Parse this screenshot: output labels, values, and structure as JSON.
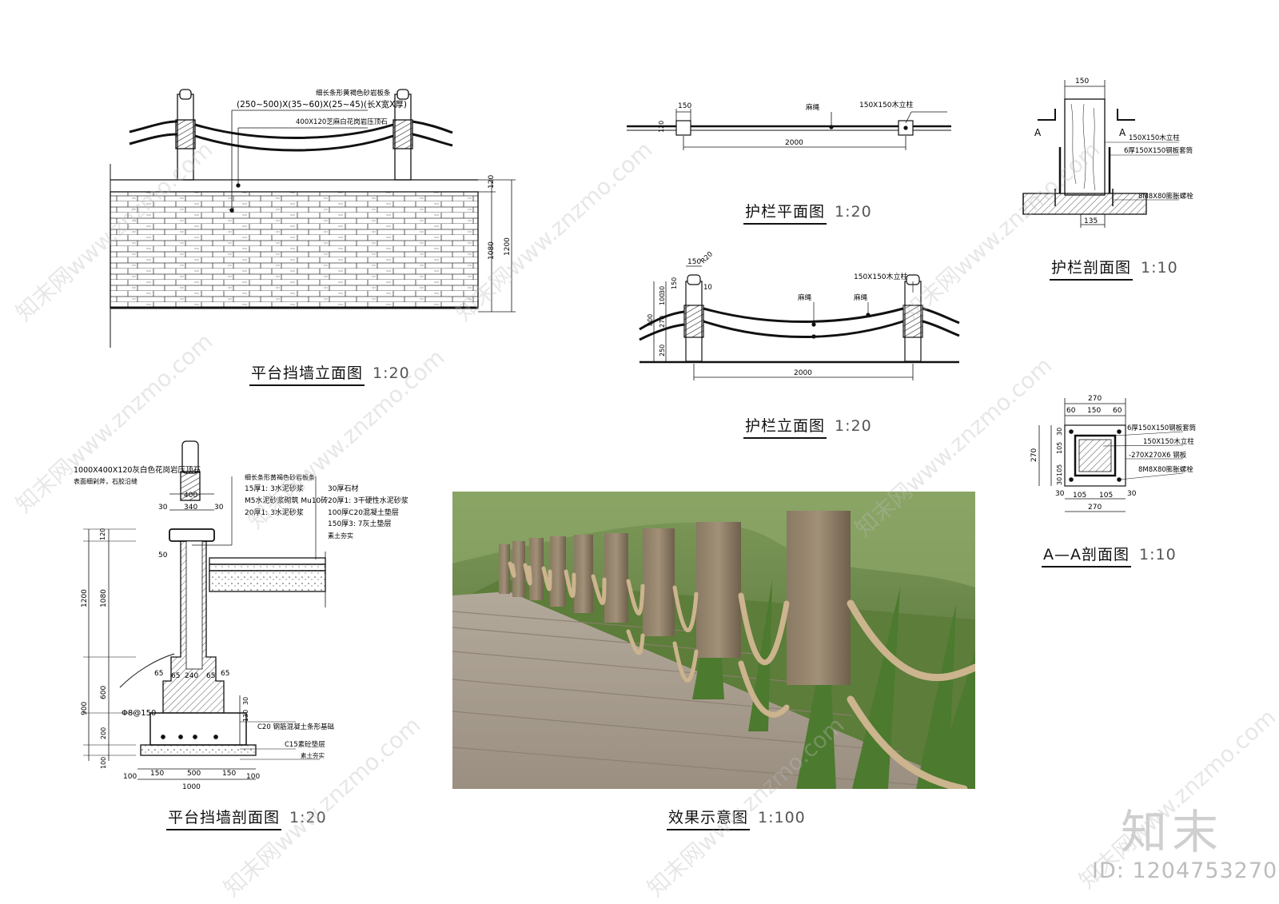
{
  "titles": {
    "wall_elev": {
      "name": "平台挡墙立面图",
      "scale": "1:20"
    },
    "rail_plan": {
      "name": "护栏平面图",
      "scale": "1:20"
    },
    "rail_section": {
      "name": "护栏剖面图",
      "scale": "1:10"
    },
    "rail_elev": {
      "name": "护栏立面图",
      "scale": "1:20"
    },
    "aa_section": {
      "name": "A—A剖面图",
      "scale": "1:10"
    },
    "wall_section": {
      "name": "平台挡墙剖面图",
      "scale": "1:20"
    },
    "effect": {
      "name": "效果示意图",
      "scale": "1:100"
    }
  },
  "wall_elev": {
    "note1": "细长条形黄褐色砂岩板条",
    "note2": "(250~500)X(35~60)X(25~45)(长X宽X厚)",
    "note3": "400X120芝麻白花岗岩压顶石",
    "dim_120": "120",
    "dim_1080": "1080",
    "dim_1200": "1200"
  },
  "rail_plan": {
    "dim_150": "150",
    "dim_120": "120",
    "rope": "麻绳",
    "post": "150X150木立柱",
    "dim_2000": "2000"
  },
  "rail_section": {
    "dim_150": "150",
    "mark_a": "A",
    "note_post": "150X150木立柱",
    "note_sleeve": "6厚150X150钢板套筒",
    "note_bolt": "8M8X80膨胀螺栓",
    "dim_135": "135"
  },
  "rail_elev": {
    "dim_150": "150",
    "dim_r20": "R20",
    "dim_10": "10",
    "dim_30": "30",
    "dim_100": "100",
    "dim_150b": "150",
    "dim_270": "270",
    "dim_800": "800",
    "dim_250": "250",
    "post": "150X150木立柱",
    "rope1": "麻绳",
    "rope2": "麻绳",
    "dim_2000": "2000"
  },
  "aa_section": {
    "dim_270_top": "270",
    "dim_60a": "60",
    "dim_150": "150",
    "dim_60b": "60",
    "dim_30_tl": "30",
    "dim_105_l1": "105",
    "dim_105_l2": "105",
    "dim_30_bl": "30",
    "dim_270_left": "270",
    "dim_30_bot": "30",
    "dim_105_b1": "105",
    "dim_105_b2": "105",
    "dim_30_bot2": "30",
    "dim_270_bot": "270",
    "note_sleeve": "6厚150X150钢板套筒",
    "note_post": "150X150木立柱",
    "note_plate": "-270X270X6 钢板",
    "note_bolt": "8M8X80膨胀螺栓"
  },
  "wall_section": {
    "note_top1": "1000X400X120灰白色花岗岩压顶石",
    "note_top2": "表面细剁斧，石胶沿缝",
    "note_r1": "细长条形黄褐色砂岩板条",
    "note_r2": "15厚1: 3水泥砂浆",
    "note_r3": "M5水泥砂浆砌筑 Mu10砖",
    "note_r4": "20厚1: 3水泥砂浆",
    "note_p1": "30厚石材",
    "note_p2": "20厚1: 3干硬性水泥砂浆",
    "note_p3": "100厚C20混凝土垫层",
    "note_p4": "150厚3: 7灰土垫层",
    "note_p5": "素土夯实",
    "dim_400": "400",
    "dim_30a": "30",
    "dim_340": "340",
    "dim_30b": "30",
    "dim_120": "120",
    "dim_50": "50",
    "dim_1200": "1200",
    "dim_1080": "1080",
    "dim_65a": "65",
    "dim_65b": "65",
    "dim_240": "240",
    "dim_65c": "65",
    "dim_65d": "65",
    "dim_600": "600",
    "dim_900": "900",
    "rebar": "Φ8@150",
    "dim_30c": "30",
    "dim_130": "130",
    "dim_200": "200",
    "dim_100": "100",
    "note_found": "C20 钢筋混凝土条形基础",
    "note_c15": "C15素砼垫层",
    "note_soil": "素土夯实",
    "dim_b100a": "100",
    "dim_b150a": "150",
    "dim_b500": "500",
    "dim_b150b": "150",
    "dim_b100b": "100",
    "dim_b1000": "1000"
  },
  "watermark": "知末网www.znzmo.com",
  "brand": "知末",
  "id_text": "ID: 1204753270"
}
